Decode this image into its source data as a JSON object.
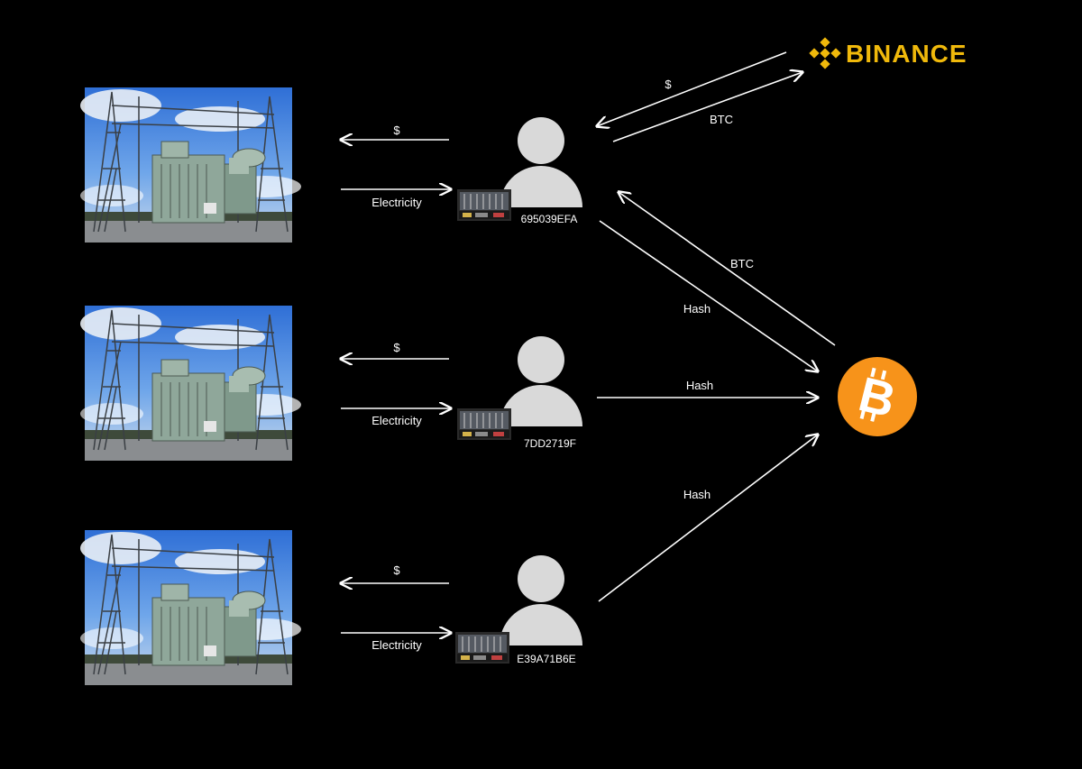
{
  "colors": {
    "background": "#000000",
    "binance": "#F0B90B",
    "bitcoin": "#F7931A",
    "person": "#d9d9d9"
  },
  "exchange": {
    "name": "BINANCE",
    "icon": "binance-logo-icon"
  },
  "network": {
    "icon": "bitcoin-logo-icon"
  },
  "miners": [
    {
      "id": "695039EFA",
      "pay_label": "$",
      "power_label": "Electricity"
    },
    {
      "id": "7DD2719F",
      "pay_label": "$",
      "power_label": "Electricity"
    },
    {
      "id": "E39A71B6E",
      "pay_label": "$",
      "power_label": "Electricity"
    }
  ],
  "flows": {
    "to_exchange": "$",
    "from_exchange": "BTC",
    "reward": "BTC",
    "hash_1": "Hash",
    "hash_2": "Hash",
    "hash_3": "Hash"
  }
}
